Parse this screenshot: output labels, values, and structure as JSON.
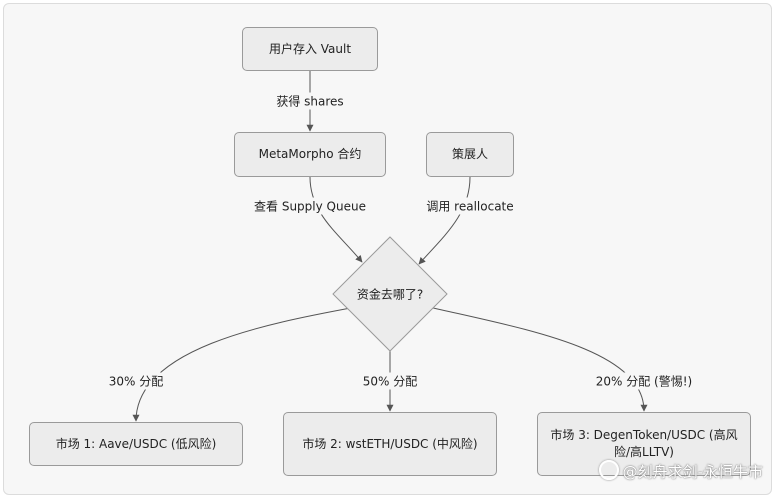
{
  "nodes": {
    "deposit": "用户存入 Vault",
    "metamorpho": "MetaMorpho 合约",
    "curator": "策展人",
    "decision": "资金去哪了?",
    "market1": "市场 1: Aave/USDC (低风险)",
    "market2": "市场 2: wstETH/USDC (中风险)",
    "market3": "市场 3: DegenToken/USDC (高风险/高LLTV)"
  },
  "edges": {
    "get_shares": "获得 shares",
    "check_queue": "查看 Supply Queue",
    "reallocate": "调用 reallocate",
    "alloc30": "30% 分配",
    "alloc50": "50% 分配",
    "alloc20": "20% 分配 (警惕!)"
  },
  "watermark": "@刻舟求剑-永恒牛市",
  "colors": {
    "node_fill": "#ececec",
    "node_border": "#9a9a9a",
    "edge": "#555555"
  }
}
